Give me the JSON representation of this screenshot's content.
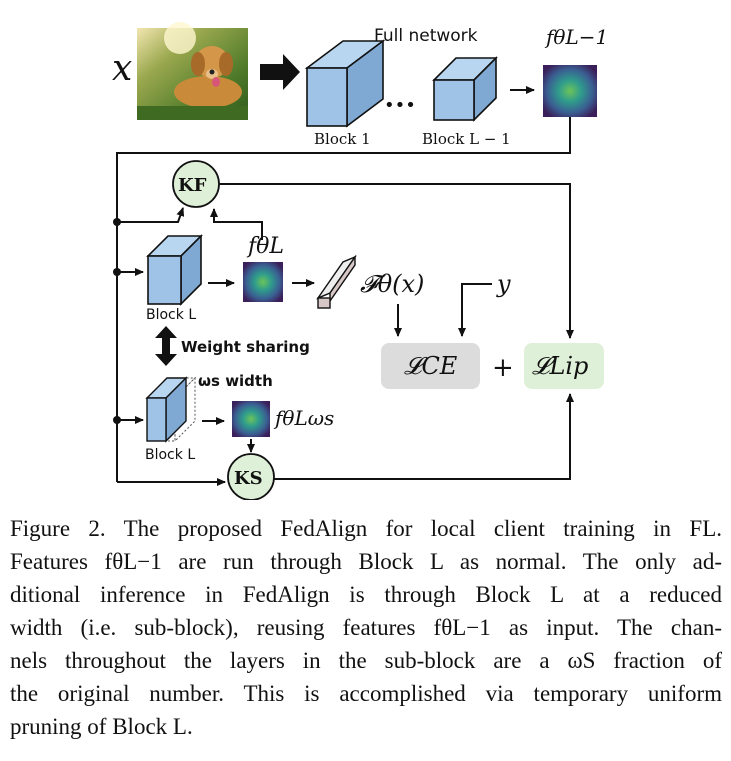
{
  "diagram": {
    "input_label": "x",
    "full_network_label": "Full network",
    "block1_label": "Block 1",
    "dots": "•••",
    "blockL1_label": "Block L − 1",
    "f_thetaL1_label": "fθL−1",
    "KF_label": "KF",
    "f_thetaL_label": "fθL",
    "blockL_label": "Block L",
    "F_theta_label": "𝓕θ(x)",
    "y_label": "y",
    "weight_sharing_label": "Weight sharing",
    "omega_width_label": "ωs width",
    "f_sub_label": "fθLωs",
    "blockL_sub_label": "Block L",
    "LCE_label": "𝓛CE",
    "plus_label": "+",
    "LLip_label": "𝓛Lip",
    "KS_label": "KS",
    "colors": {
      "block": "#9ec3e6",
      "k_node": "#dff0d8",
      "loss_ce": "#dcdcdc",
      "loss_lip": "#dff0d8"
    }
  },
  "caption": {
    "lines": [
      "Figure 2. The proposed FedAlign for local client training in FL.",
      "Features fθL−1 are run through Block L as normal. The only ad-",
      "ditional inference in FedAlign is through Block L at a reduced",
      "width (i.e. sub-block), reusing features fθL−1 as input. The chan-",
      "nels throughout the layers in the sub-block are a ωS fraction of",
      "the original number. This is accomplished via temporary uniform",
      "pruning of Block L."
    ]
  }
}
